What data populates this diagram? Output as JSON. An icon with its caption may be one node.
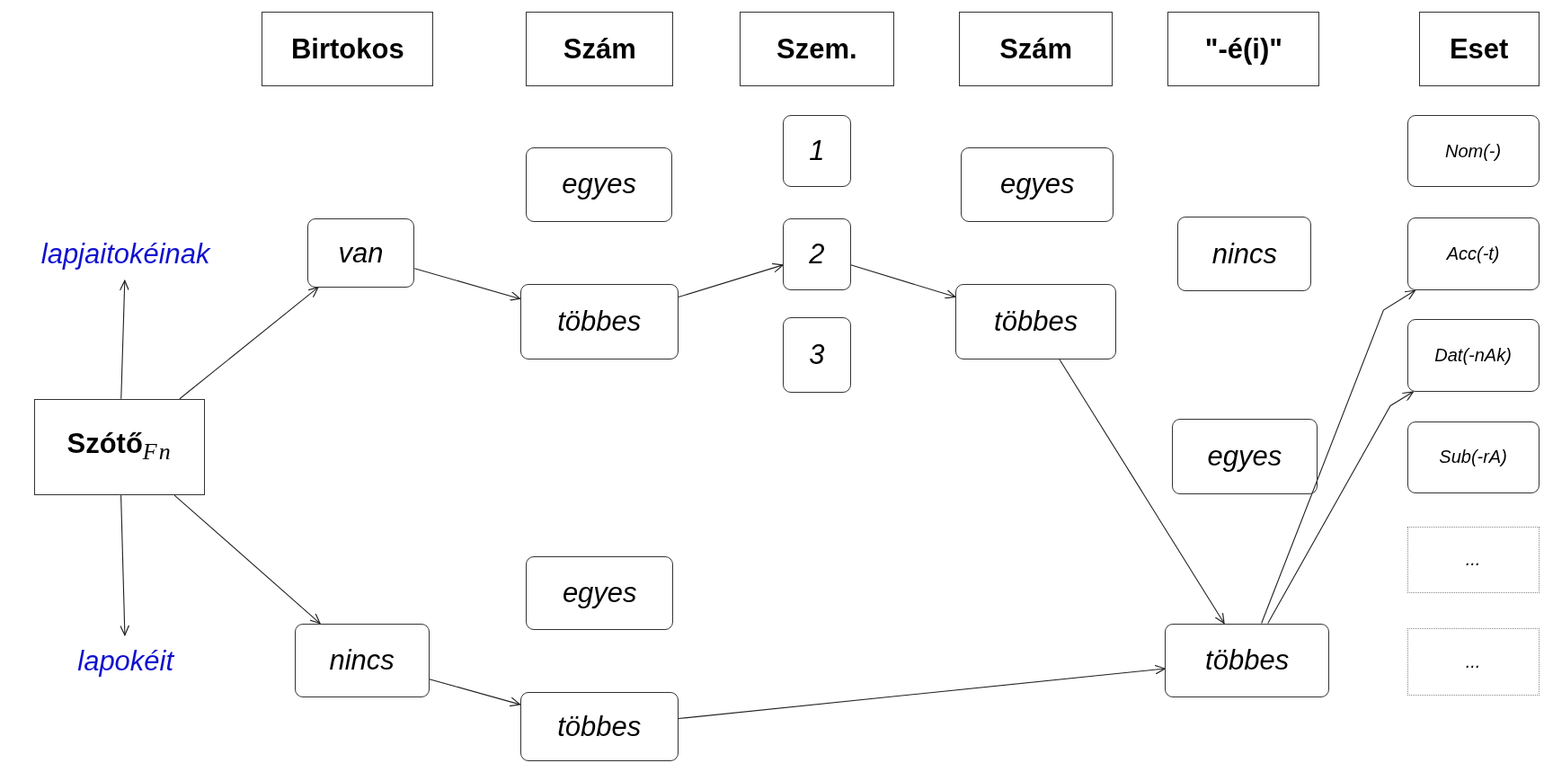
{
  "diagram": {
    "nodes": [
      {
        "text": [
          "Birtokos"
        ]
      },
      {
        "text": [
          "Szám"
        ]
      },
      {
        "text": [
          "Szem."
        ]
      },
      {
        "text": [
          "Szám"
        ]
      },
      {
        "text": [
          "\"-é(i)\""
        ]
      },
      {
        "text": [
          "Eset"
        ]
      },
      {
        "text": [
          "lapjaitokéinak"
        ]
      },
      {
        "text": [
          "**Szótő**$_{Fn}$"
        ]
      },
      {
        "text": [
          "lapokéit"
        ]
      },
      {
        "text": [
          "van"
        ]
      },
      {
        "text": [
          "nincs"
        ]
      },
      {
        "text": [
          "egyes"
        ]
      },
      {
        "text": [
          "többes"
        ]
      },
      {
        "text": [
          "egyes"
        ]
      },
      {
        "text": [
          "többes"
        ]
      },
      {
        "text": [
          "1"
        ]
      },
      {
        "text": [
          "2"
        ]
      },
      {
        "text": [
          "3"
        ]
      },
      {
        "text": [
          "egyes"
        ]
      },
      {
        "text": [
          "többes"
        ]
      },
      {
        "text": [
          "nincs"
        ]
      },
      {
        "text": [
          "egyes"
        ]
      },
      {
        "text": [
          "többes"
        ]
      },
      {
        "text": [
          "Nom(-)"
        ]
      },
      {
        "text": [
          "Acc(-t)"
        ]
      },
      {
        "text": [
          "Dat(-nAk)"
        ]
      },
      {
        "text": [
          "Sub(-rA)"
        ]
      },
      {
        "text": [
          "..."
        ]
      },
      {
        "text": [
          "..."
        ]
      }
    ],
    "edges": [
      {
        "from": 7,
        "to": 9,
        "arrow": "to"
      },
      {
        "from": 7,
        "to": 10,
        "arrow": "to"
      },
      {
        "from": 7,
        "to": 6,
        "arrow": "to"
      },
      {
        "from": 7,
        "to": 8,
        "arrow": "to"
      },
      {
        "from": 9,
        "to": 12,
        "arrow": "to"
      },
      {
        "from": 12,
        "to": 16,
        "arrow": "to"
      },
      {
        "from": 16,
        "to": 19,
        "arrow": "to"
      },
      {
        "from": 19,
        "to": 22,
        "arrow": "to"
      },
      {
        "from": 10,
        "to": 14,
        "arrow": "to"
      },
      {
        "from": 14,
        "to": 22,
        "arrow": "to"
      },
      {
        "from": 22,
        "to": 24,
        "arrow": "to"
      },
      {
        "from": 22,
        "to": 25,
        "arrow": "to"
      }
    ]
  }
}
